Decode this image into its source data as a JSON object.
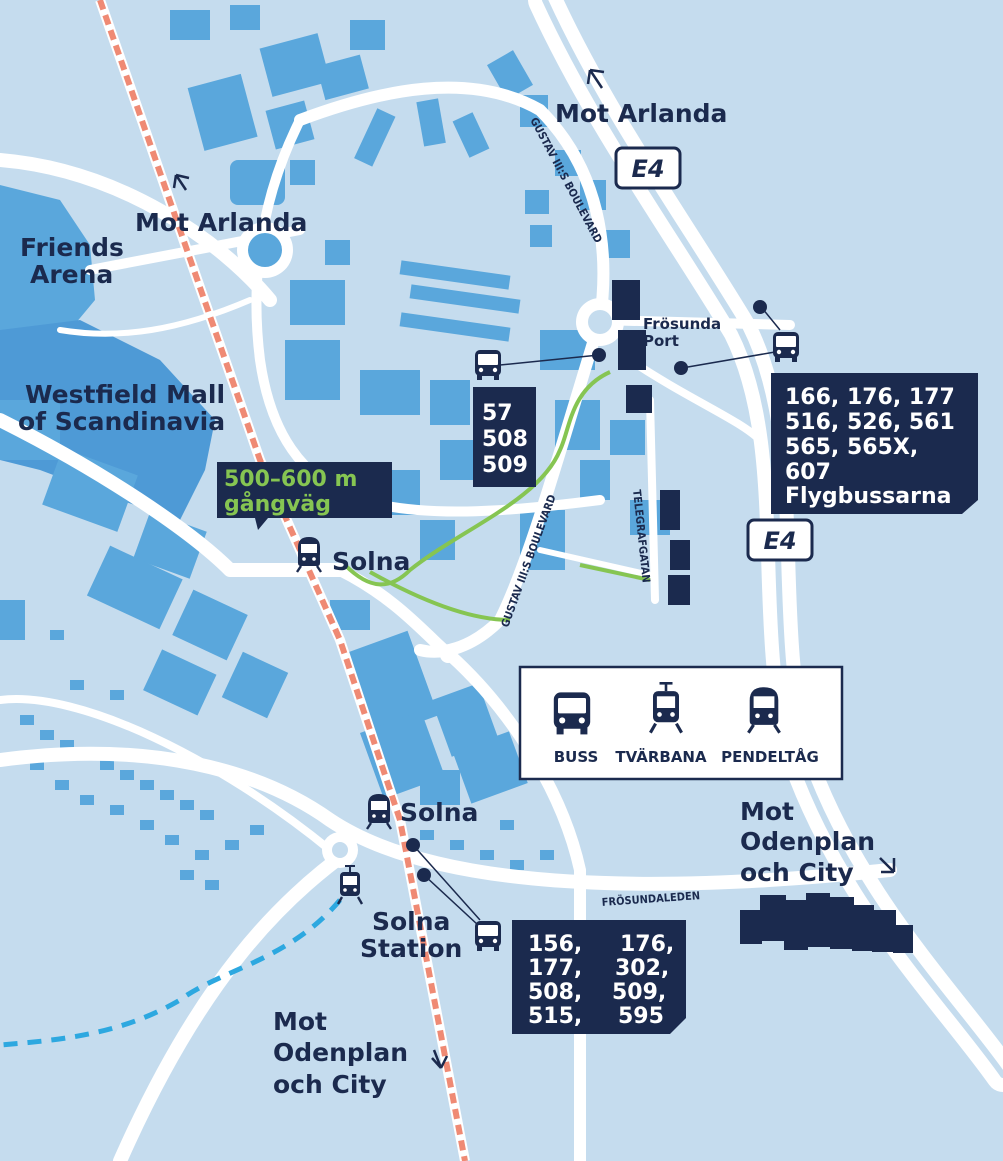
{
  "colors": {
    "background": "#c5dcee",
    "building": "#5aa7dc",
    "building_dark": "#4e9ad6",
    "road": "#ffffff",
    "navy": "#1b2a4e",
    "walk_path": "#86c552",
    "rail": "#ef8a74",
    "tram_line": "#2da8e0"
  },
  "places": {
    "friends_arena": [
      "Friends",
      "Arena"
    ],
    "westfield": [
      "Westfield Mall",
      "of Scandinavia"
    ],
    "mot_arlanda_left": "Mot Arlanda",
    "mot_arlanda_top": "Mot Arlanda",
    "frosunda_port": [
      "Frösunda",
      "Port"
    ],
    "solna_green": "Solna",
    "solna_lower": "Solna",
    "solna_station": [
      "Solna",
      "Station"
    ],
    "mot_odenplan_right": [
      "Mot",
      "Odenplan",
      "och City"
    ],
    "mot_odenplan_bottom": [
      "Mot",
      "Odenplan",
      "och  City"
    ]
  },
  "shields": {
    "top": "E4",
    "mid": "E4"
  },
  "streets": {
    "gustav_upper": "GUSTAV III:S BOULEVARD",
    "gustav_lower": "GUSTAV III:S BOULEVARD",
    "telegrafgatan": "TELEGRAFGATAN",
    "frosundaleden": "FRÖSUNDALEDEN"
  },
  "walk": {
    "lines": [
      "500–600 m",
      "gångväg"
    ]
  },
  "bus_boxes": {
    "mid": [
      "57",
      "508",
      "509"
    ],
    "right": [
      "166, 176, 177",
      "516, 526, 561",
      "565, 565X,",
      "607",
      "Flygbussarna"
    ],
    "bottom": [
      [
        "156,",
        "176,"
      ],
      [
        "177,",
        "302,"
      ],
      [
        "508,",
        "509,"
      ],
      [
        "515,",
        "595"
      ]
    ]
  },
  "legend": {
    "items": [
      {
        "icon": "bus-icon",
        "label": "BUSS"
      },
      {
        "icon": "tram-icon",
        "label": "TVÄRBANA"
      },
      {
        "icon": "commuter-train-icon",
        "label": "PENDELTÅG"
      }
    ]
  }
}
